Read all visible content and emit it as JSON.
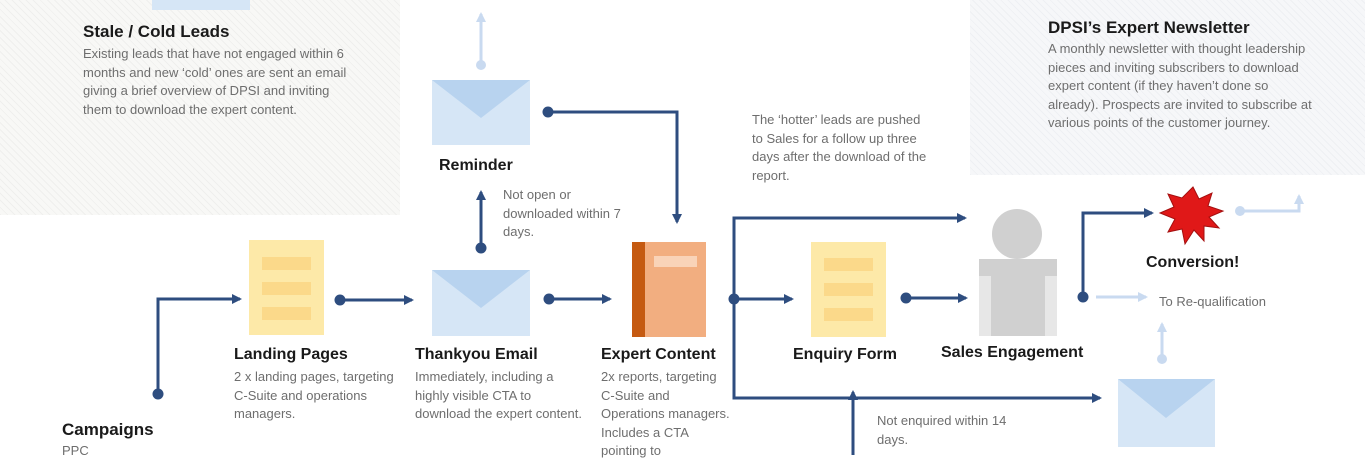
{
  "colors": {
    "arrow": "#2e4d7f",
    "arrow_faded": "#c9daf0",
    "envelope": "#d6e6f6",
    "envelope_flap": "#b8d3ef",
    "page": "#fde9a8",
    "page_lines": "#fbd98a",
    "book": "#f2ae80",
    "book_spine": "#c55a11",
    "person": "#d0d0d0",
    "burst": "#e01818"
  },
  "nodes": {
    "stale": {
      "title": "Stale / Cold Leads",
      "desc": "Existing leads that have not engaged within 6 months and new ‘cold’ ones are sent an email giving a brief overview of DPSI and inviting them to download the expert content."
    },
    "reminder": {
      "title": "Reminder"
    },
    "not_open_note": "Not open or downloaded within 7 days.",
    "hotter_note": "The ‘hotter’ leads are pushed to Sales for a follow up three days after the download of the report.",
    "newsletter": {
      "title": "DPSI’s Expert Newsletter",
      "desc": "A monthly newsletter with thought leadership pieces and inviting subscribers to download expert content (if they haven’t done so already). Prospects are invited to subscribe at various points of the customer journey."
    },
    "landing": {
      "title": "Landing Pages",
      "desc": "2 x landing pages, targeting C-Suite and operations managers."
    },
    "thankyou": {
      "title": "Thankyou Email",
      "desc": "Immediately, including a highly visible CTA to download the expert content."
    },
    "expert": {
      "title": "Expert Content",
      "desc": "2x reports, targeting C-Suite and Operations managers. Includes a CTA pointing to"
    },
    "enquiry": {
      "title": "Enquiry Form"
    },
    "sales": {
      "title": "Sales Engagement"
    },
    "conversion": {
      "title": "Conversion!"
    },
    "requal_note": "To Re-qualification",
    "not_enquired_note": "Not enquired within 14 days.",
    "campaigns": {
      "title": "Campaigns",
      "desc": "PPC"
    }
  }
}
